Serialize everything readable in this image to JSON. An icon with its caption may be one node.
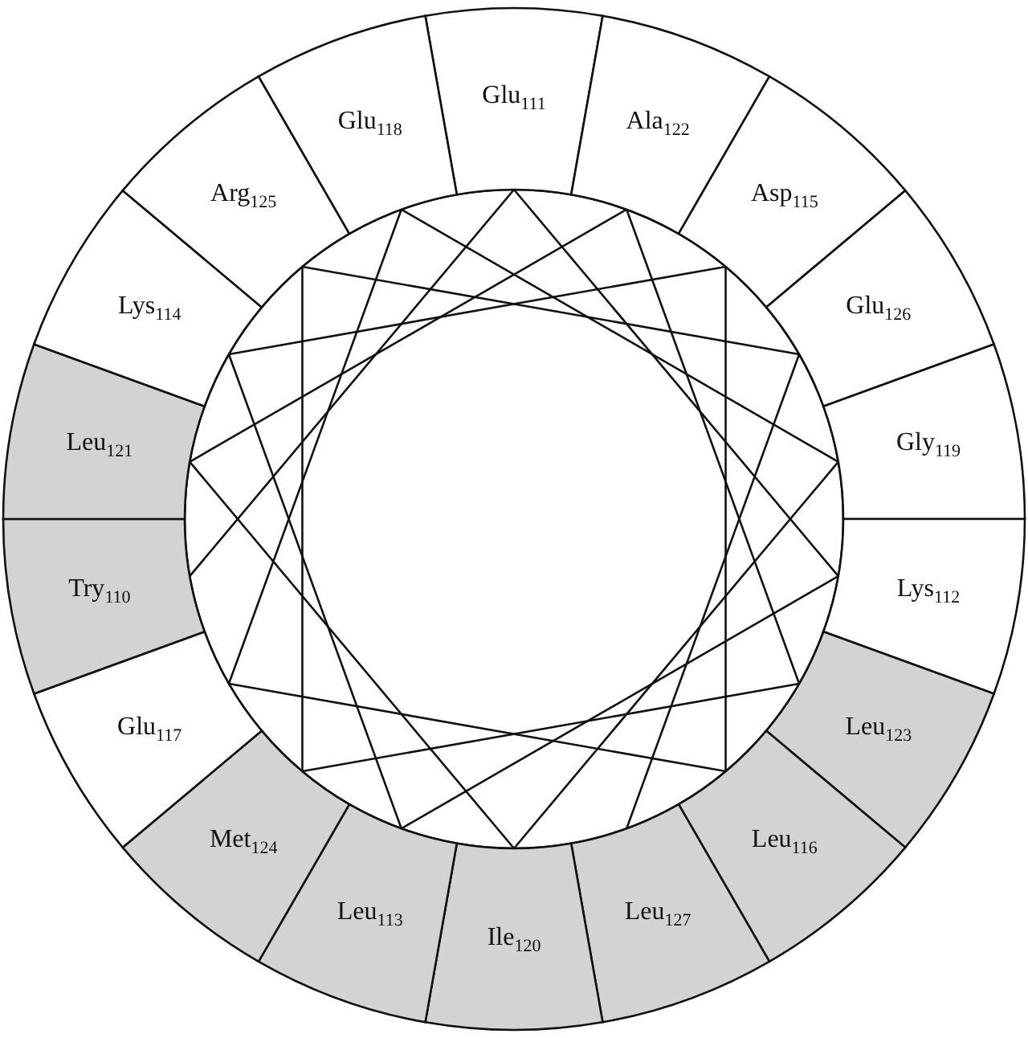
{
  "diagram": {
    "nodes": [
      {
        "text": [
          "Glu$_{111}$"
        ]
      },
      {
        "text": [
          "Ala$_{122}$"
        ]
      },
      {
        "text": [
          "Asp$_{115}$"
        ]
      },
      {
        "text": [
          "Glu$_{126}$"
        ]
      },
      {
        "text": [
          "Gly$_{119}$"
        ]
      },
      {
        "text": [
          "Lys$_{112}$"
        ]
      },
      {
        "text": [
          "Leu$_{123}$"
        ]
      },
      {
        "text": [
          "Leu$_{116}$"
        ]
      },
      {
        "text": [
          "Leu$_{127}$"
        ]
      },
      {
        "text": [
          "Ile$_{120}$"
        ]
      },
      {
        "text": [
          "Leu$_{113}$"
        ]
      },
      {
        "text": [
          "Met$_{124}$"
        ]
      },
      {
        "text": [
          "Glu$_{117}$"
        ]
      },
      {
        "text": [
          "Try$_{110}$"
        ]
      },
      {
        "text": [
          "Leu$_{121}$"
        ]
      },
      {
        "text": [
          "Lys$_{114}$"
        ]
      },
      {
        "text": [
          "Arg$_{125}$"
        ]
      },
      {
        "text": [
          "Glu$_{118}$"
        ]
      }
    ],
    "edges": [
      {
        "from": 13,
        "to": 0,
        "arrow": "none"
      },
      {
        "from": 0,
        "to": 5,
        "arrow": "none"
      },
      {
        "from": 5,
        "to": 10,
        "arrow": "none"
      },
      {
        "from": 10,
        "to": 15,
        "arrow": "none"
      },
      {
        "from": 15,
        "to": 2,
        "arrow": "none"
      },
      {
        "from": 2,
        "to": 7,
        "arrow": "none"
      },
      {
        "from": 7,
        "to": 12,
        "arrow": "none"
      },
      {
        "from": 12,
        "to": 17,
        "arrow": "none"
      },
      {
        "from": 17,
        "to": 4,
        "arrow": "none"
      },
      {
        "from": 4,
        "to": 9,
        "arrow": "none"
      },
      {
        "from": 9,
        "to": 14,
        "arrow": "none"
      },
      {
        "from": 14,
        "to": 1,
        "arrow": "none"
      },
      {
        "from": 1,
        "to": 6,
        "arrow": "none"
      },
      {
        "from": 6,
        "to": 11,
        "arrow": "none"
      },
      {
        "from": 11,
        "to": 16,
        "arrow": "none"
      },
      {
        "from": 16,
        "to": 3,
        "arrow": "none"
      },
      {
        "from": 3,
        "to": 8,
        "arrow": "none"
      }
    ]
  }
}
